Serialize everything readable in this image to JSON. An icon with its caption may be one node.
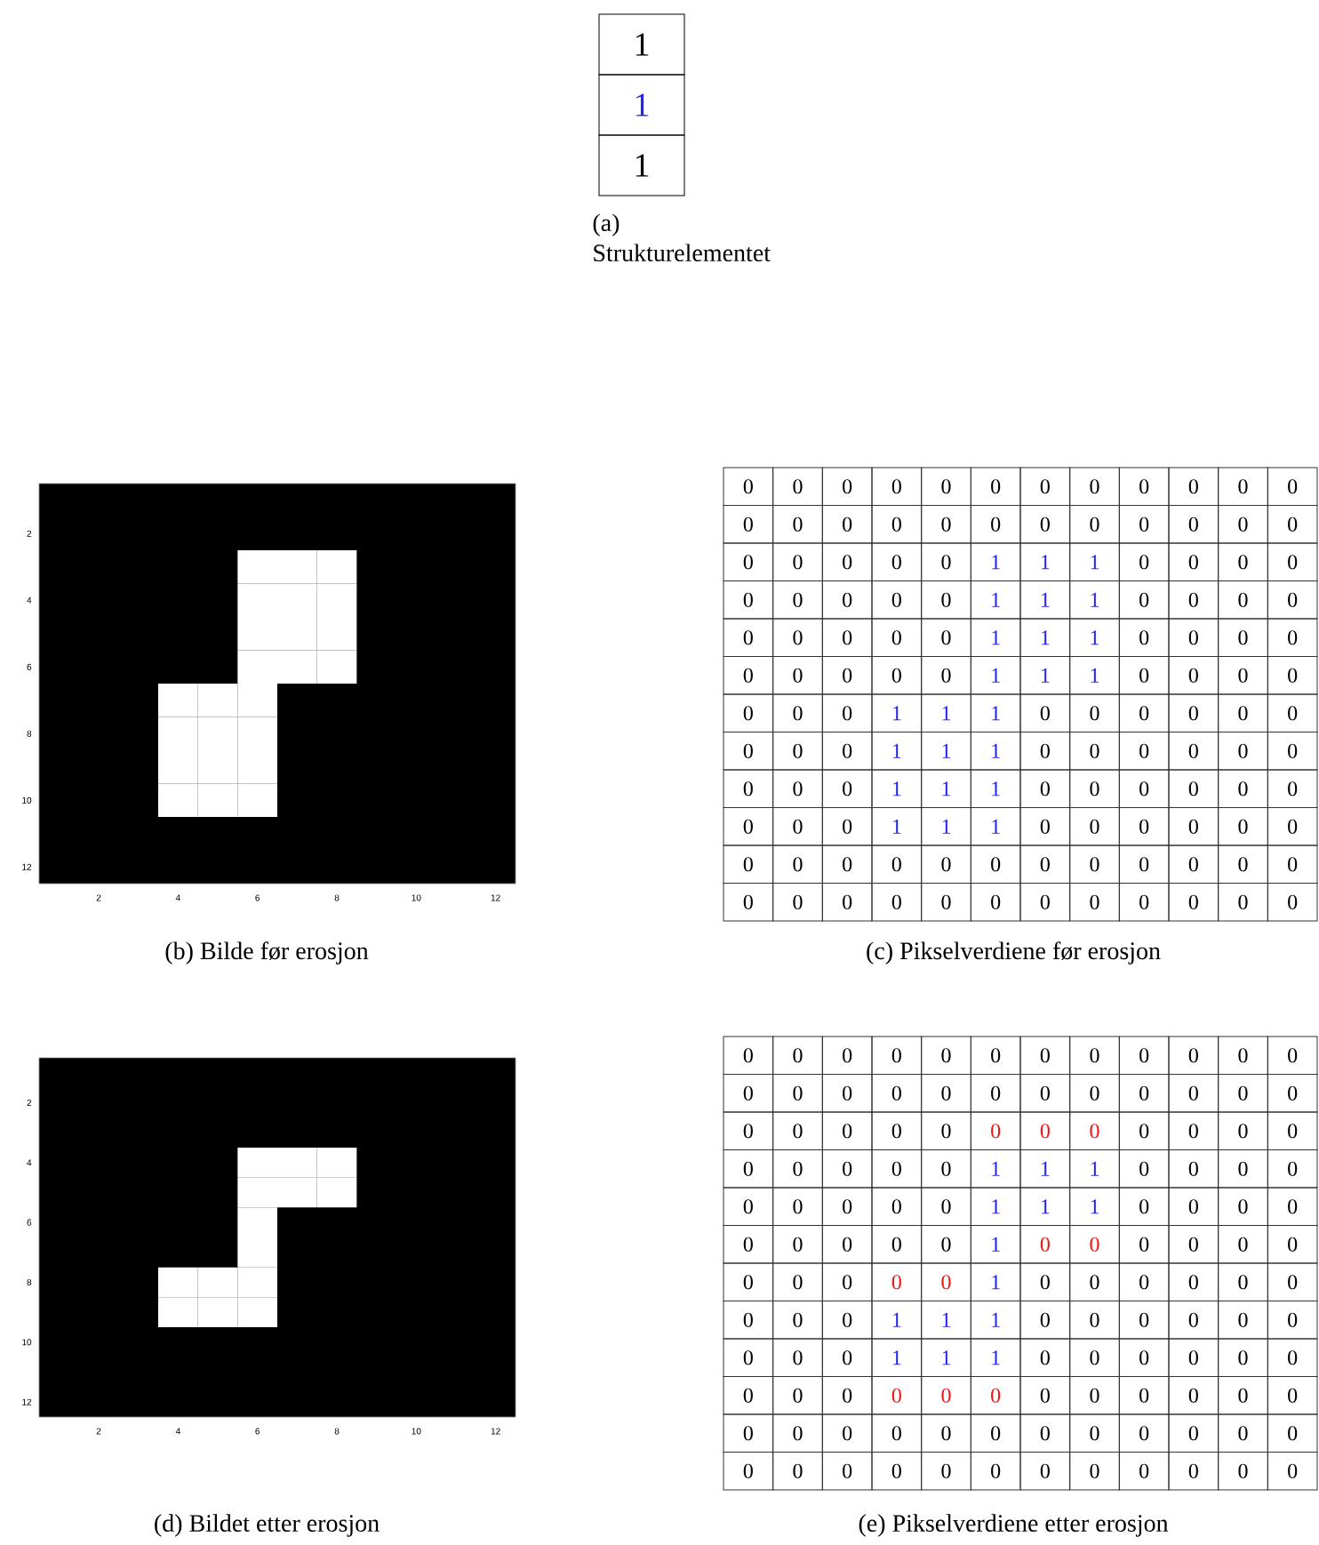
{
  "diagram": {
    "labels": [
      "1",
      "1",
      "1",
      "(a) Strukturelementet",
      "2",
      "4",
      "6",
      "8",
      "10",
      "12",
      "2",
      "4",
      "6",
      "8",
      "10",
      "12",
      "0",
      "0",
      "0",
      "0",
      "0",
      "0",
      "0",
      "0",
      "0",
      "0",
      "0",
      "0",
      "0",
      "0",
      "0",
      "0",
      "0",
      "0",
      "0",
      "0",
      "0",
      "0",
      "0",
      "0",
      "0",
      "0",
      "0",
      "0",
      "0",
      "1",
      "1",
      "1",
      "0",
      "0",
      "0",
      "0",
      "0",
      "0",
      "0",
      "0",
      "0",
      "1",
      "1",
      "1",
      "0",
      "0",
      "0",
      "0",
      "0",
      "0",
      "0",
      "0",
      "0",
      "1",
      "1",
      "1",
      "0",
      "0",
      "0",
      "0",
      "0",
      "0",
      "0",
      "0",
      "0",
      "1",
      "1",
      "1",
      "0",
      "0",
      "0",
      "0",
      "0",
      "0",
      "0",
      "1",
      "1",
      "1",
      "0",
      "0",
      "0",
      "0",
      "0",
      "0",
      "0",
      "0",
      "0",
      "1",
      "1",
      "1",
      "0",
      "0",
      "0",
      "0",
      "0",
      "0",
      "0",
      "0",
      "0",
      "1",
      "1",
      "1",
      "0",
      "0",
      "0",
      "0",
      "0",
      "0",
      "0",
      "0",
      "0",
      "1",
      "1",
      "1",
      "0",
      "0",
      "0",
      "0",
      "0",
      "0",
      "0",
      "0",
      "0",
      "0",
      "0",
      "0",
      "0",
      "0",
      "0",
      "0",
      "0",
      "0",
      "0",
      "0",
      "0",
      "0",
      "0",
      "0",
      "0",
      "0",
      "0",
      "0",
      "0",
      "0",
      "(b) Bilde før erosjon",
      "(c) Pikselverdiene før erosjon",
      "2",
      "4",
      "6",
      "8",
      "10",
      "12",
      "2",
      "4",
      "6",
      "8",
      "10",
      "12",
      "0",
      "0",
      "0",
      "0",
      "0",
      "0",
      "0",
      "0",
      "0",
      "0",
      "0",
      "0",
      "0",
      "0",
      "0",
      "0",
      "0",
      "0",
      "0",
      "0",
      "0",
      "0",
      "0",
      "0",
      "0",
      "0",
      "0",
      "0",
      "0",
      "0",
      "0",
      "0",
      "0",
      "0",
      "0",
      "0",
      "0",
      "0",
      "0",
      "0",
      "0",
      "1",
      "1",
      "1",
      "0",
      "0",
      "0",
      "0",
      "0",
      "0",
      "0",
      "0",
      "0",
      "1",
      "1",
      "1",
      "0",
      "0",
      "0",
      "0",
      "0",
      "0",
      "0",
      "0",
      "0",
      "1",
      "0",
      "0",
      "0",
      "0",
      "0",
      "0",
      "0",
      "0",
      "0",
      "0",
      "0",
      "1",
      "0",
      "0",
      "0",
      "0",
      "0",
      "0",
      "0",
      "0",
      "0",
      "1",
      "1",
      "1",
      "0",
      "0",
      "0",
      "0",
      "0",
      "0",
      "0",
      "0",
      "0",
      "1",
      "1",
      "1",
      "0",
      "0",
      "0",
      "0",
      "0",
      "0",
      "0",
      "0",
      "0",
      "0",
      "0",
      "0",
      "0",
      "0",
      "0",
      "0",
      "0",
      "0",
      "0",
      "0",
      "0",
      "0",
      "0",
      "0",
      "0",
      "0",
      "0",
      "0",
      "0",
      "0",
      "0",
      "0",
      "0",
      "0",
      "0",
      "0",
      "0",
      "0",
      "0",
      "0",
      "0",
      "0",
      "(d) Bildet etter erosjon",
      "(e) Pikselverdiene etter erosjon"
    ]
  }
}
